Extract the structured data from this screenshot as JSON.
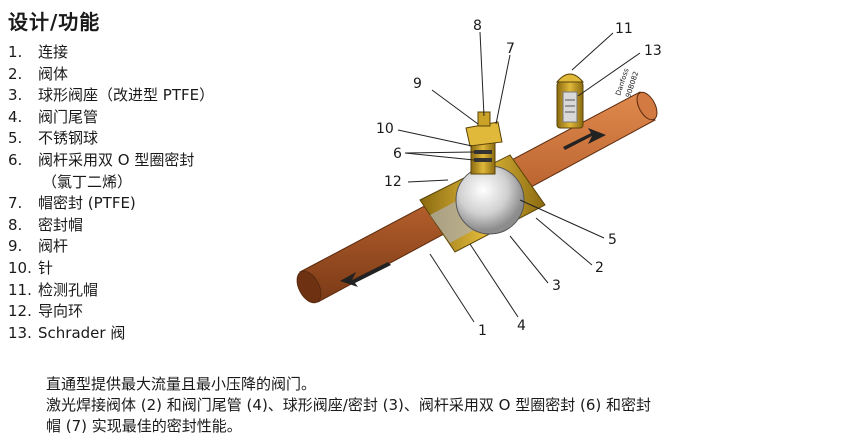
{
  "title": "设计/功能",
  "parts": [
    {
      "num": "1.",
      "label": "连接"
    },
    {
      "num": "2.",
      "label": "阀体"
    },
    {
      "num": "3.",
      "label": "球形阀座（改进型 PTFE）"
    },
    {
      "num": "4.",
      "label": "阀门尾管"
    },
    {
      "num": "5.",
      "label": "不锈钢球"
    },
    {
      "num": "6.",
      "label": "阀杆采用双 O 型圈密封"
    },
    {
      "num": "",
      "label": "（氯丁二烯）"
    },
    {
      "num": "7.",
      "label": "帽密封 (PTFE)"
    },
    {
      "num": "8.",
      "label": "密封帽"
    },
    {
      "num": "9.",
      "label": "阀杆"
    },
    {
      "num": "10.",
      "label": "针"
    },
    {
      "num": "11.",
      "label": "检测孔帽"
    },
    {
      "num": "12.",
      "label": "导向环"
    },
    {
      "num": "13.",
      "label": "Schrader 阀"
    }
  ],
  "description": [
    "直通型提供最大流量且最小压降的阀门。",
    "激光焊接阀体 (2) 和阀门尾管 (4)、球形阀座/密封 (3)、阀杆采用双 O 型圈密封 (6) 和密封",
    "帽 (7) 实现最佳的密封性能。"
  ],
  "callouts": {
    "c1": "1",
    "c2": "2",
    "c3": "3",
    "c4": "4",
    "c5": "5",
    "c6": "6",
    "c7": "7",
    "c8": "8",
    "c9": "9",
    "c10": "10",
    "c11": "11",
    "c12": "12",
    "c13": "13"
  },
  "brand": {
    "name": "Danfoss",
    "code": "90B082"
  },
  "colors": {
    "copper": "#b8612e",
    "brass": "#c9a227",
    "steel": "#d9d9d9"
  }
}
